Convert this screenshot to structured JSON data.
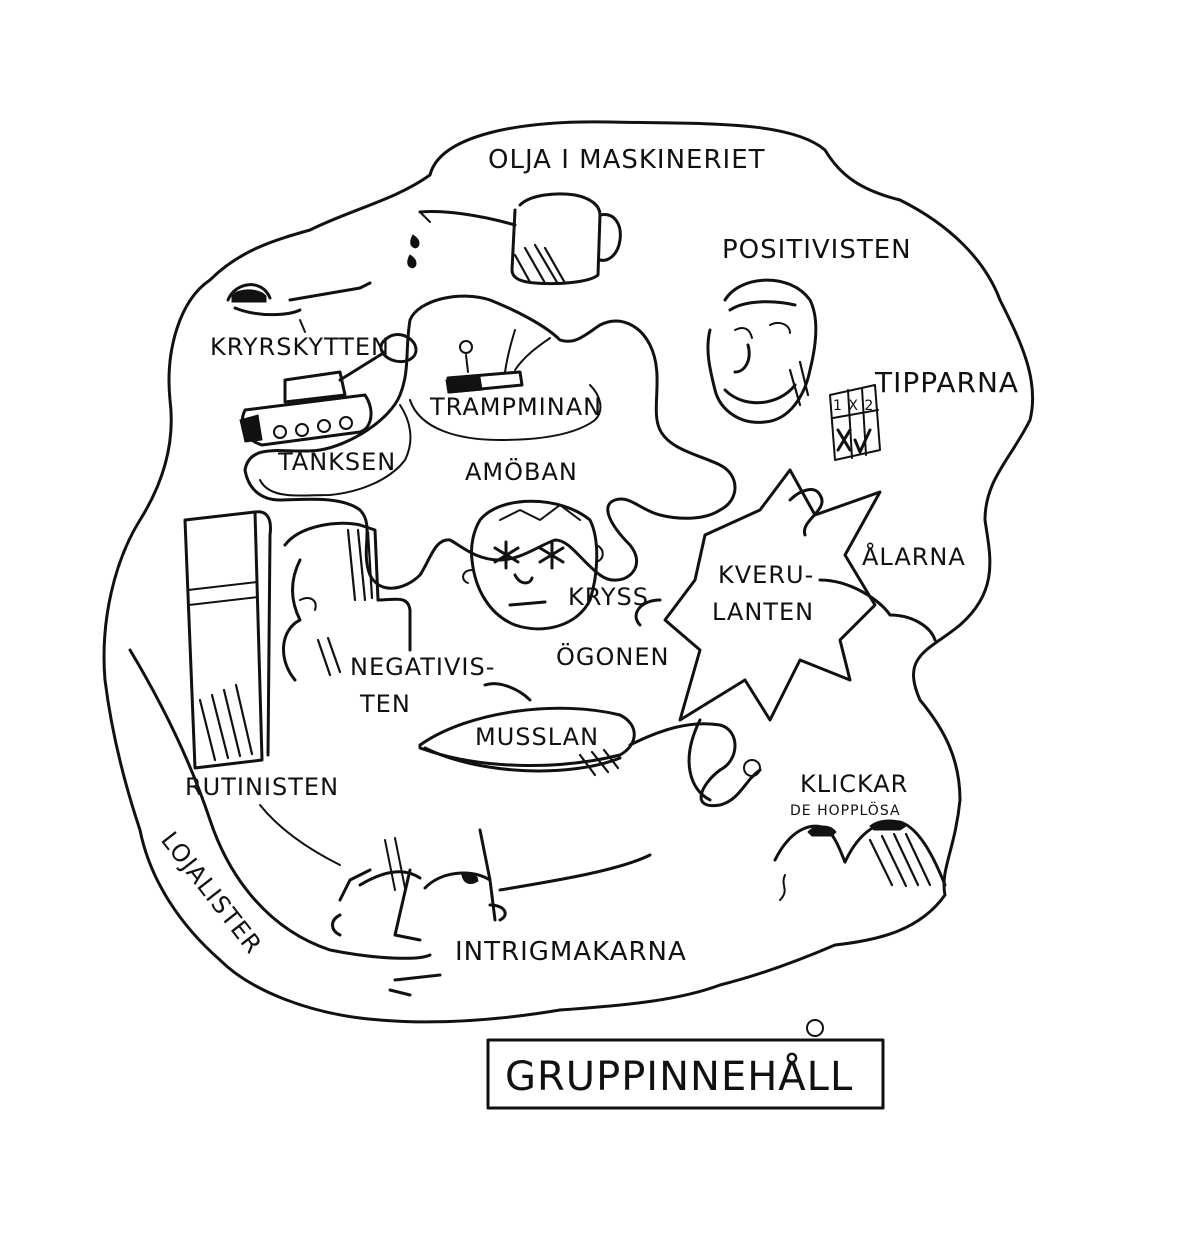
{
  "labels": {
    "olja": "OLJA I MASKINERIET",
    "positivisten": "POSITIVISTEN",
    "kryrskytten": "KRYRSKYTTEN",
    "trampminan": "TRAMPMINAN",
    "tipparna": "TIPPARNA",
    "tippar_sign": "1 X 2",
    "tanksen": "TANKSEN",
    "amoban": "AMÖBAN",
    "kverulanten_1": "KVERU-",
    "kverulanten_2": "LANTEN",
    "alarna": "ÅLARNA",
    "kryss": "KRYSS",
    "ogonen": "ÖGONEN",
    "negativisten_1": "NEGATIVIS-",
    "negativisten_2": "TEN",
    "musslan": "MUSSLAN",
    "rutinisten": "RUTINISTEN",
    "klickar": "KLICKAR",
    "de_hopplosa": "DE HOPPLÖSA",
    "lojalister": "LOJALISTER",
    "intrigmakarna": "INTRIGMAKARNA",
    "title": "GRUPPINNEHÅLL"
  },
  "colors": {
    "ink": "#111111",
    "paper": "#ffffff"
  },
  "icons": [
    "watering-can-icon",
    "sniper-icon",
    "tank-icon",
    "landmine-icon",
    "smiling-face-icon",
    "grinning-face-icon",
    "frowning-face-icon",
    "sad-face-icon",
    "book-icon",
    "clam-icon",
    "eel-icon",
    "star-burst-icon",
    "mountain-icon",
    "scheming-face-icon"
  ]
}
